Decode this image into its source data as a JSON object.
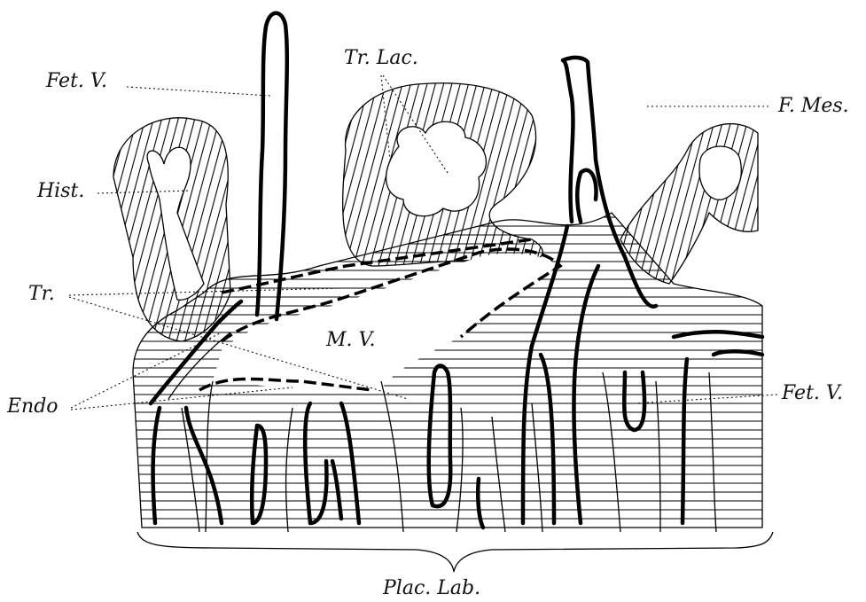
{
  "labels": {
    "fet_v_top": "Fet. V.",
    "tr_lac": "Tr. Lac.",
    "f_mes": "F. Mes.",
    "hist": "Hist.",
    "tr": "Tr.",
    "m_v": "M. V.",
    "endo": "Endo",
    "fet_v_right": "Fet. V.",
    "plac_lab": "Plac. Lab."
  }
}
